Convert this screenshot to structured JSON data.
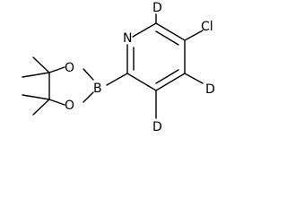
{
  "molecule": {
    "atoms": {
      "N": "N",
      "Cl": "Cl",
      "B": "B",
      "O_top": "O",
      "O_bottom": "O",
      "D_top": "D",
      "D_right": "D",
      "D_bottom": "D"
    }
  }
}
